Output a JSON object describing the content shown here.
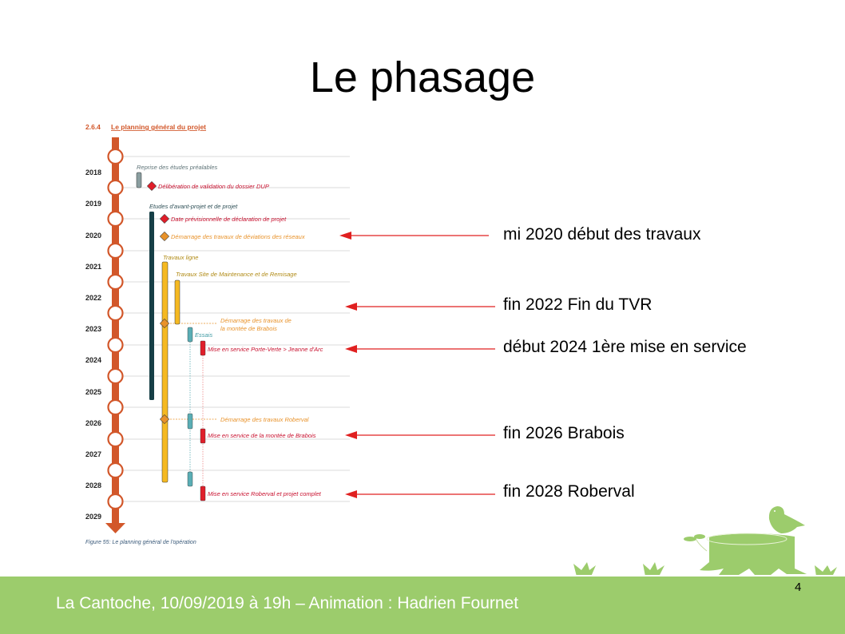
{
  "slide": {
    "title": "Le phasage",
    "page_number": "4"
  },
  "footer": {
    "text": "La Cantoche, 10/09/2019 à 19h – Animation : Hadrien Fournet"
  },
  "figure": {
    "section_number": "2.6.4",
    "section_title": "Le planning général du projet",
    "caption": "Figure 55: Le planning général de l'opération",
    "years": [
      "2018",
      "2019",
      "2020",
      "2021",
      "2022",
      "2023",
      "2024",
      "2025",
      "2026",
      "2027",
      "2028",
      "2029"
    ],
    "labels": {
      "reprise": "Reprise des études préalables",
      "deliberation": "Délibération de validation du dossier DUP",
      "etudes": "Etudes d'avant-projet et de projet",
      "date_prev": "Date prévisionnelle de déclaration de projet",
      "demarrage_deviations": "Démarrage des travaux de déviations des réseaux",
      "travaux_ligne": "Travaux ligne",
      "travaux_smr": "Travaux Site de Maintenance et de Remisage",
      "demarrage_brabois_1": "Démarrage des travaux de",
      "demarrage_brabois_2": "la montée de Brabois",
      "essais": "Essais",
      "mes_porte_verte": "Mise en service Porte-Verte > Jeanne d'Arc",
      "demarrage_roberval": "Démarrage des travaux Roberval",
      "mes_brabois": "Mise en service de la montée de Brabois",
      "mes_roberval": "Mise en service Roberval et projet complet"
    }
  },
  "annotations": [
    "mi 2020 début des travaux",
    "fin 2022 Fin du TVR",
    "début 2024 1ère mise en service",
    "fin 2026 Brabois",
    "fin 2028 Roberval"
  ],
  "colors": {
    "spine": "#d2572a",
    "footer": "#9ccc6c",
    "arrow": "#e02020",
    "red": "#e01e2a",
    "orange": "#e8922a",
    "yellow": "#f5b921",
    "teal": "#5aaeb5",
    "dark": "#163f46"
  }
}
